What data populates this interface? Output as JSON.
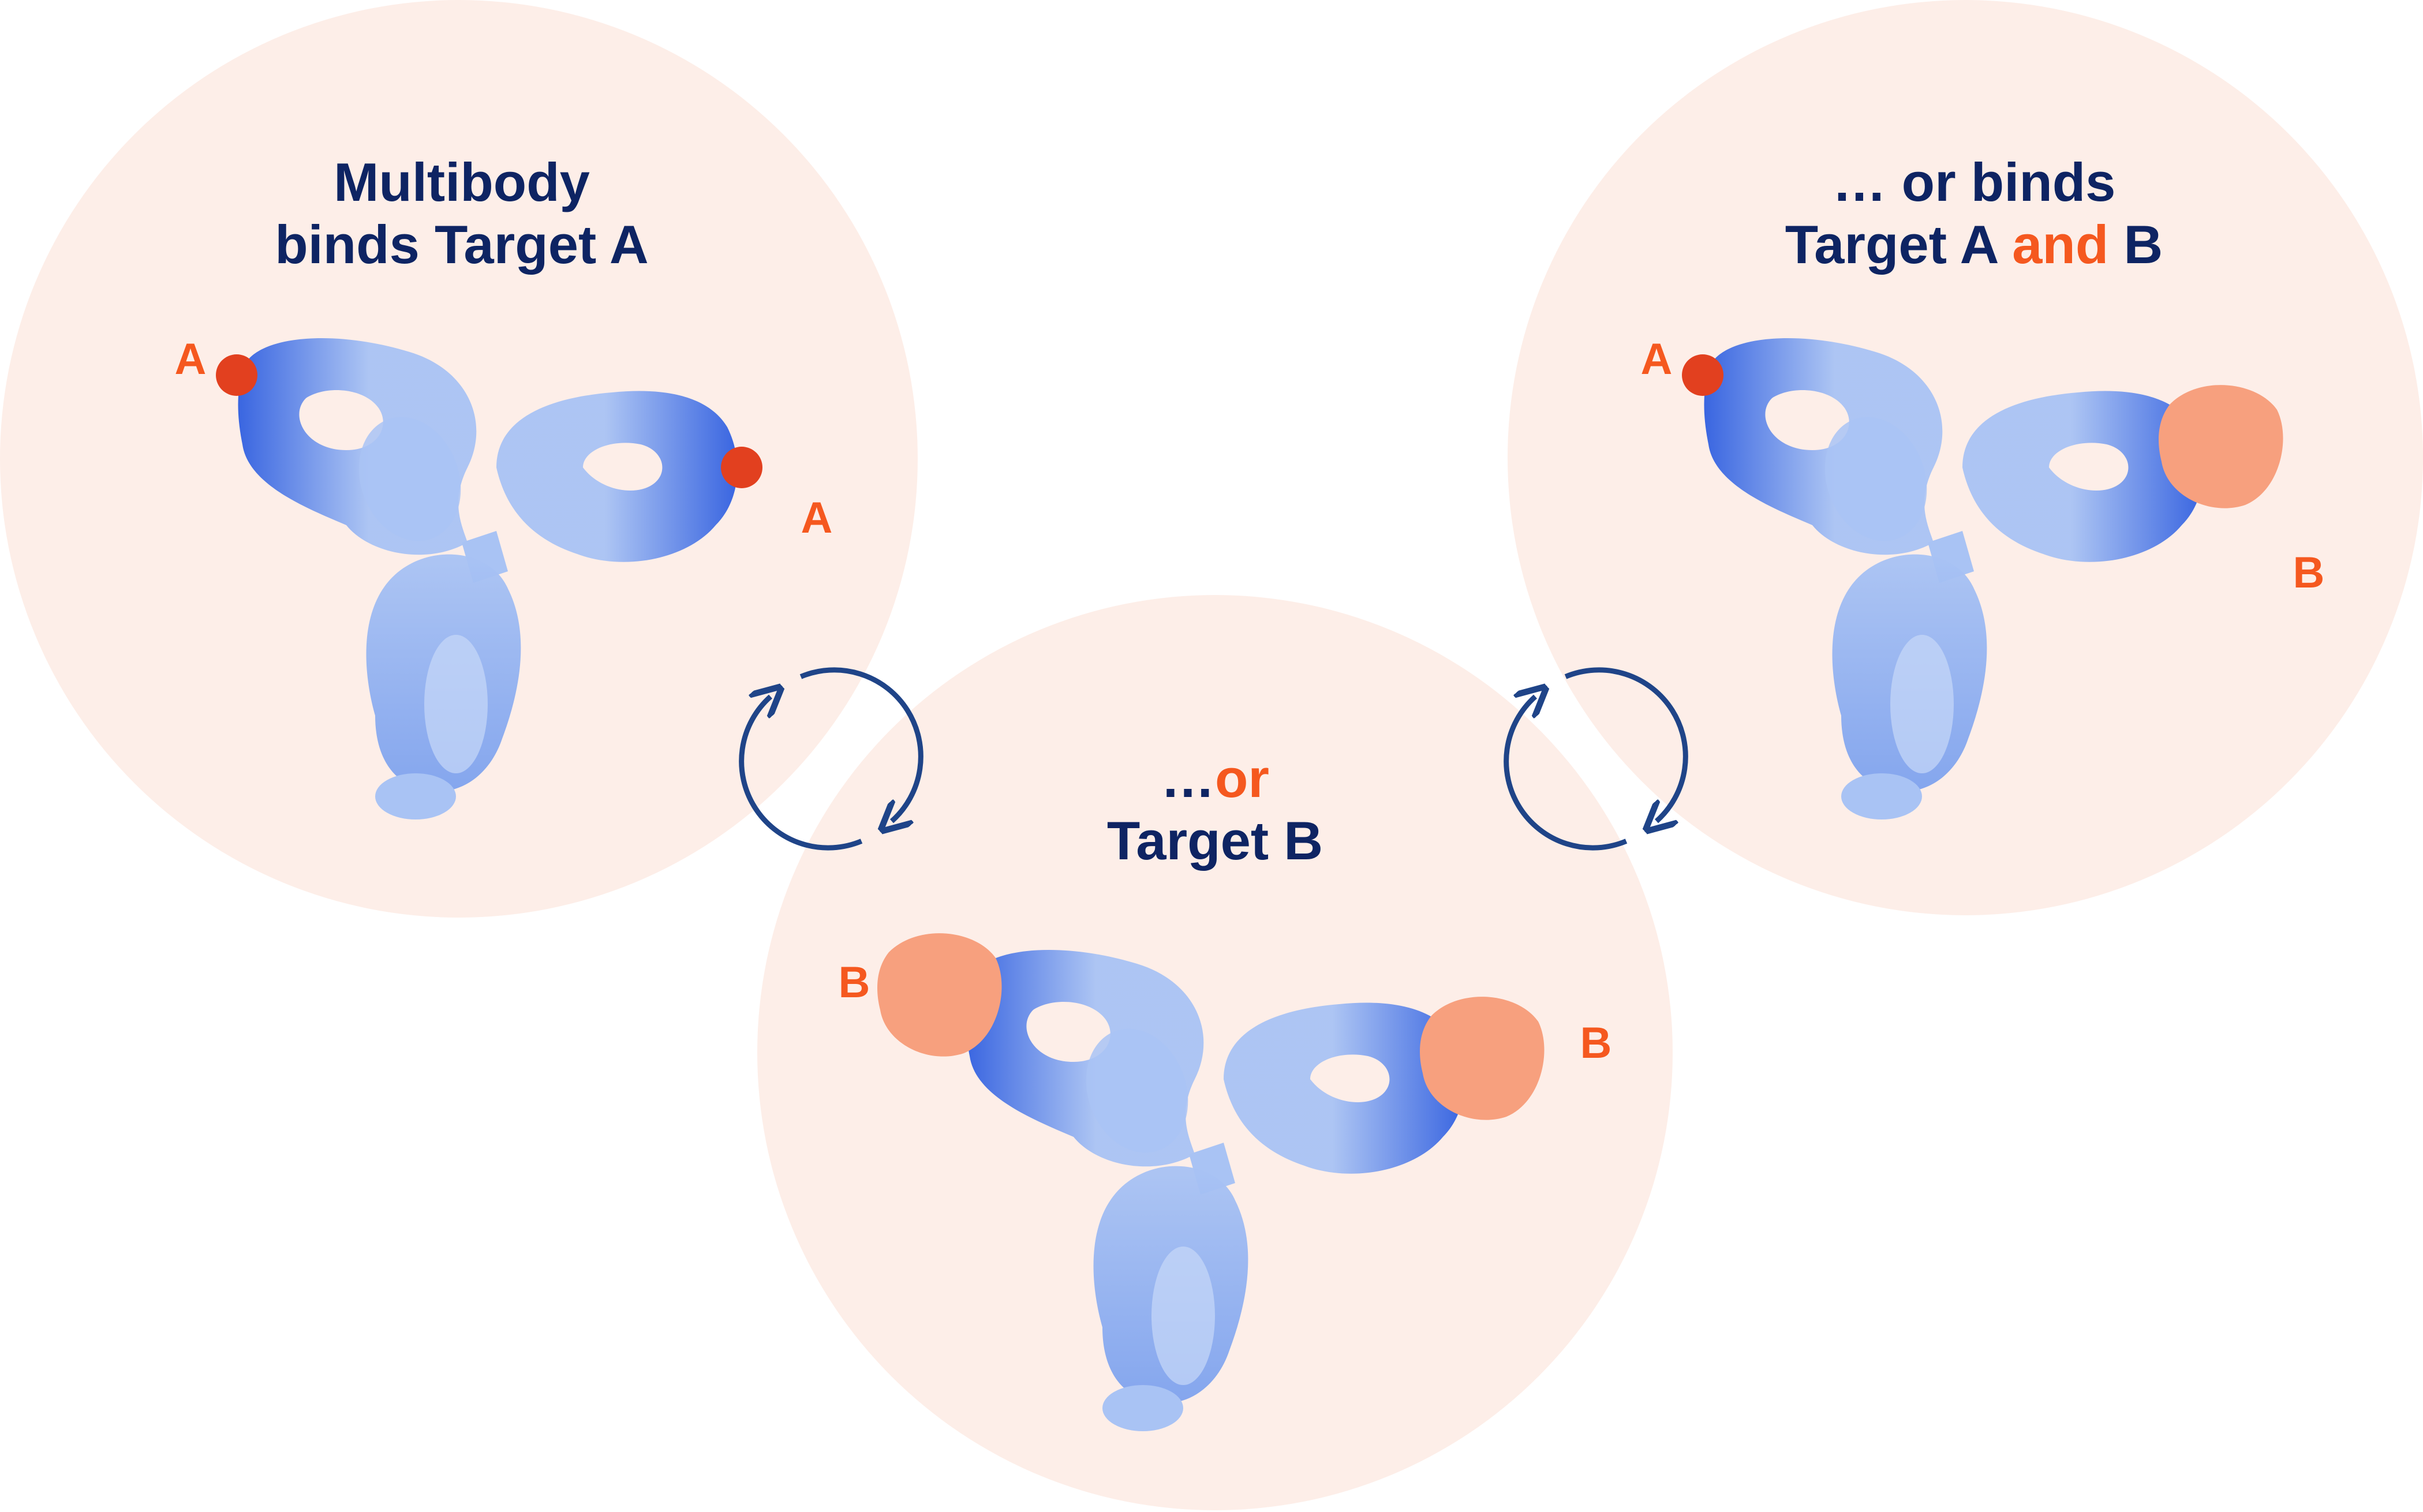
{
  "panels": {
    "left": {
      "title_line1": "Multibody",
      "title_line2": "binds Target A",
      "label_left": "A",
      "label_right": "A"
    },
    "center": {
      "title_line1_prefix": "…",
      "title_line1_highlight": "or",
      "title_line2": "Target B",
      "label_left": "B",
      "label_right": "B"
    },
    "right": {
      "title_line1": "… or binds",
      "title_line2_prefix": "Target A ",
      "title_line2_highlight": "and",
      "title_line2_suffix": " B",
      "label_left": "A",
      "label_right": "B"
    }
  },
  "colors": {
    "circle_fill": "#fdeee8",
    "title_text": "#0e2463",
    "highlight_text": "#f5581f",
    "antibody_light": "#a9c3f4",
    "antibody_dark": "#2f5ee0",
    "antigen_a": "#e2401f",
    "antigen_b": "#f7a07e",
    "arrow": "#1f4488"
  },
  "icons": [
    "antibody-icon",
    "antigen-a-icon",
    "antigen-b-icon",
    "cycle-arrows-icon"
  ]
}
